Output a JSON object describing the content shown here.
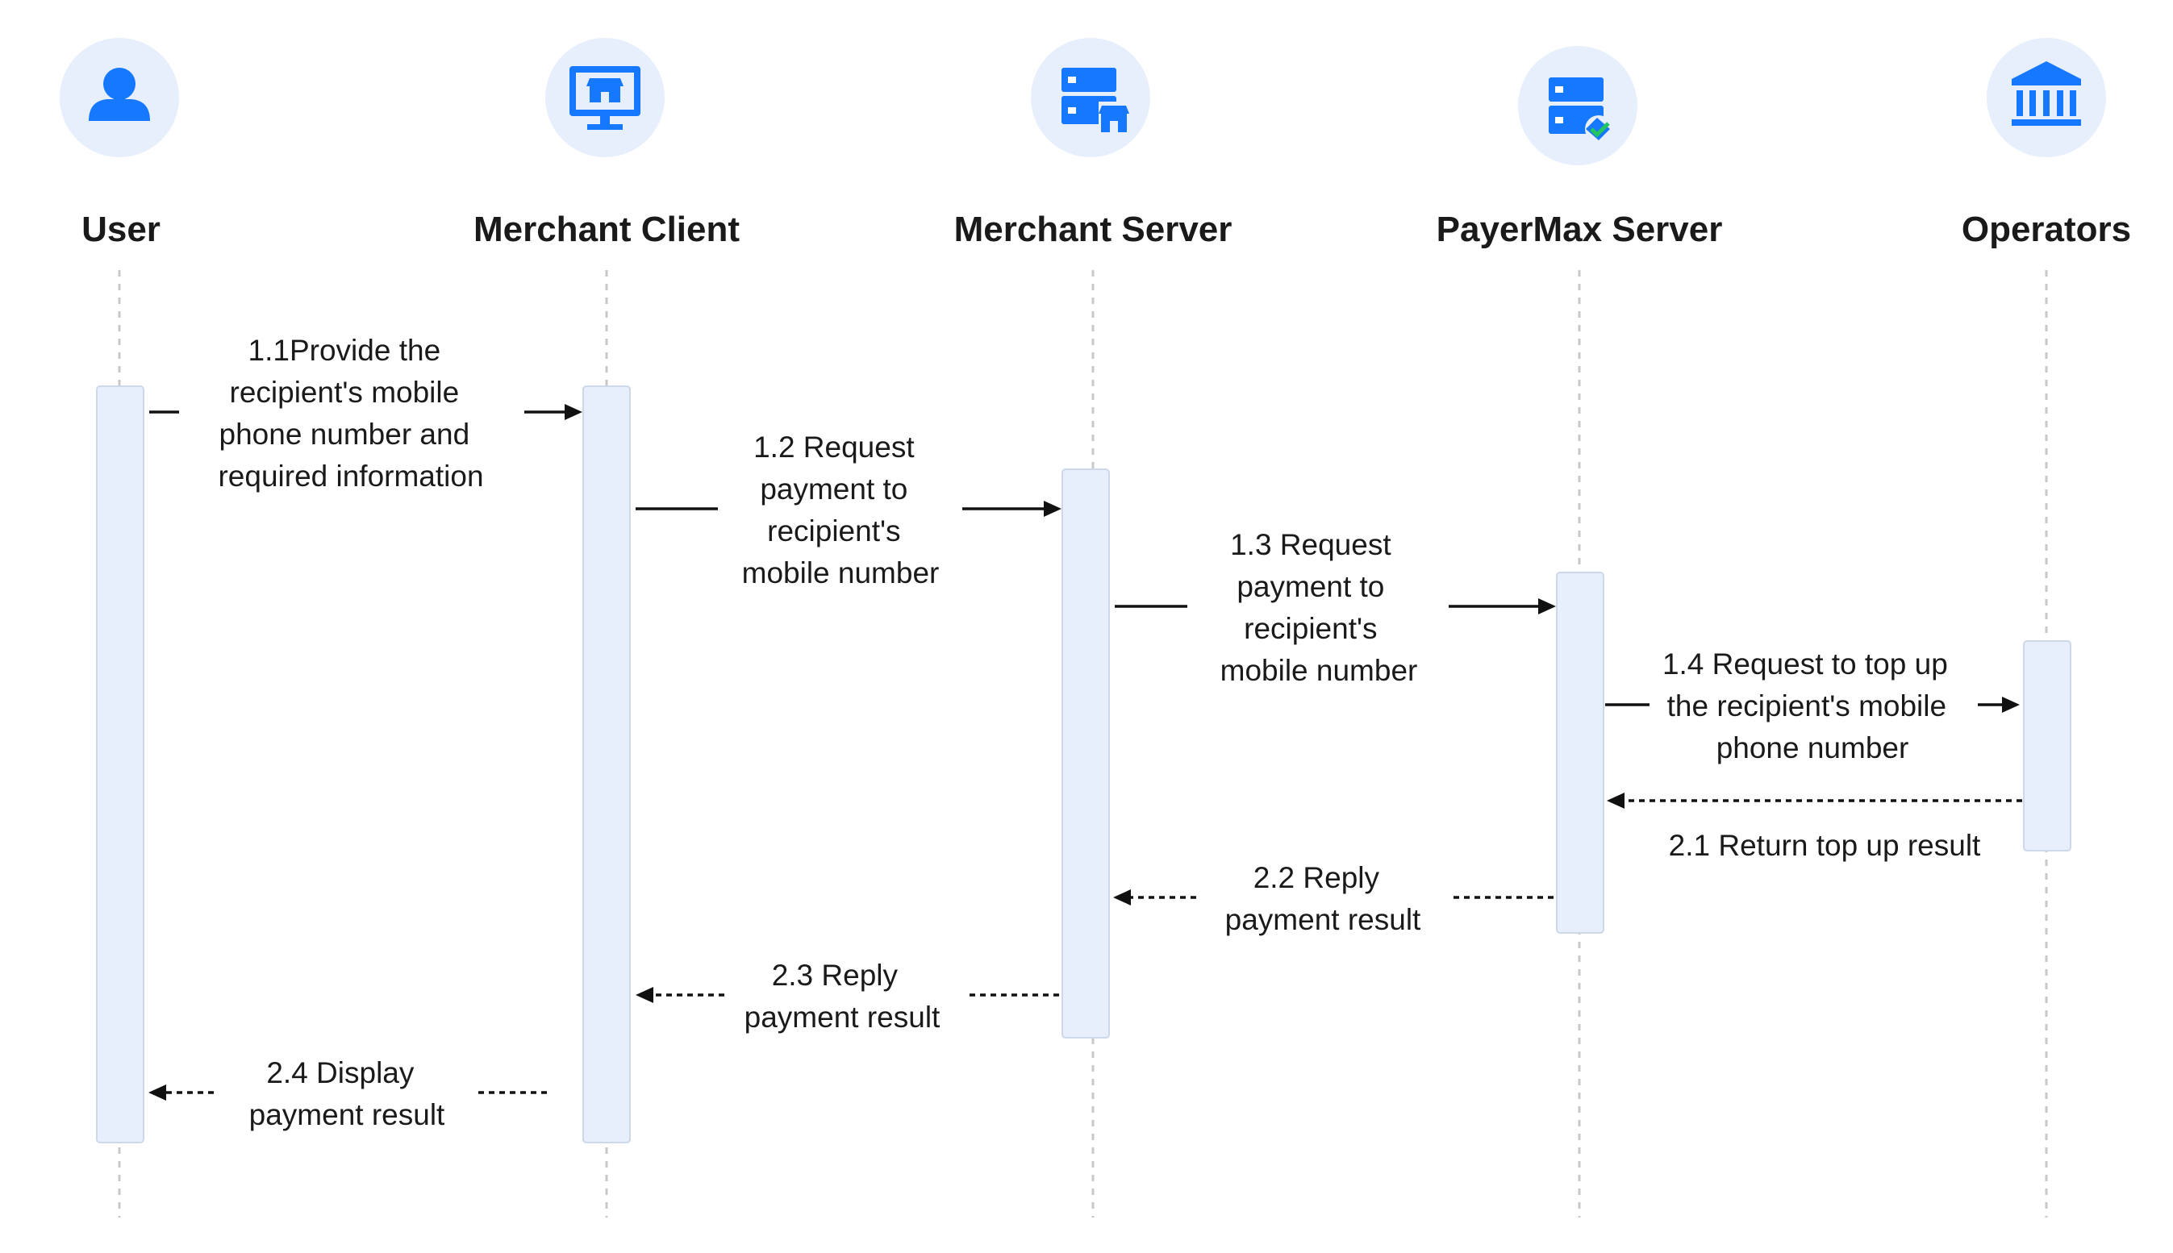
{
  "actors": [
    {
      "name": "User",
      "icon": "user-icon"
    },
    {
      "name": "Merchant Client",
      "icon": "monitor-store-icon"
    },
    {
      "name": "Merchant Server",
      "icon": "server-store-icon"
    },
    {
      "name": "PayerMax Server",
      "icon": "server-check-icon"
    },
    {
      "name": "Operators",
      "icon": "bank-icon"
    }
  ],
  "messages": [
    {
      "id": "1.1",
      "lines": [
        "1.1Provide the",
        "recipient's mobile",
        "phone number and",
        "required information"
      ]
    },
    {
      "id": "1.2",
      "lines": [
        "1.2 Request",
        "payment to",
        "recipient's",
        "mobile number"
      ]
    },
    {
      "id": "1.3",
      "lines": [
        "1.3 Request",
        "payment to",
        "recipient's",
        "mobile number"
      ]
    },
    {
      "id": "1.4",
      "lines": [
        "1.4 Request to top up",
        "the recipient's mobile",
        "phone number"
      ]
    },
    {
      "id": "2.1",
      "lines": [
        "2.1 Return top up result"
      ]
    },
    {
      "id": "2.2",
      "lines": [
        "2.2 Reply",
        "payment result"
      ]
    },
    {
      "id": "2.3",
      "lines": [
        "2.3 Reply",
        "payment result"
      ]
    },
    {
      "id": "2.4",
      "lines": [
        "2.4 Display",
        "payment result"
      ]
    }
  ],
  "colors": {
    "accent": "#1677ff",
    "icon_bg": "#e6effb",
    "check": "#22c55e"
  }
}
